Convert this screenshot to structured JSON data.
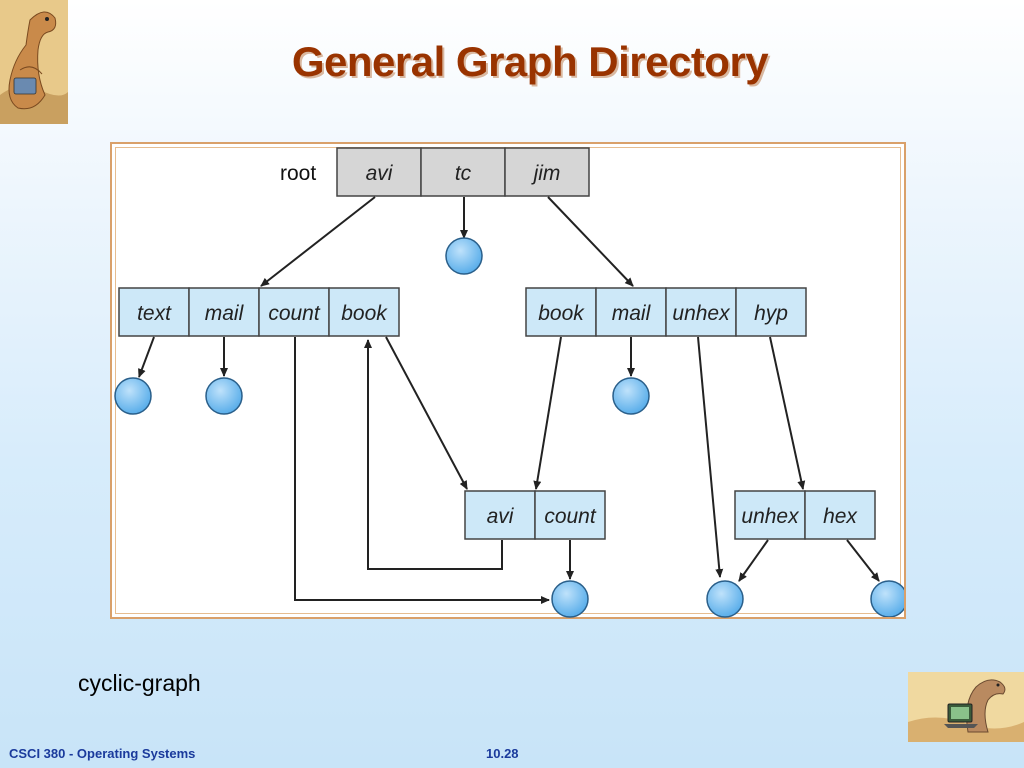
{
  "title": "General Graph Directory",
  "caption": "cyclic-graph",
  "footer": {
    "course": "CSCI 380 - Operating Systems",
    "page": "10.28"
  },
  "diagram": {
    "root_label": "root",
    "root_dir": [
      "avi",
      "tc",
      "jim"
    ],
    "avi_dir": [
      "text",
      "mail",
      "count",
      "book"
    ],
    "jim_dir": [
      "book",
      "mail",
      "unhex",
      "hyp"
    ],
    "shared_dir": [
      "avi",
      "count"
    ],
    "hyp_dir": [
      "unhex",
      "hex"
    ]
  },
  "colors": {
    "title": "#993300",
    "root_cell": "#d6d6d6",
    "dir_cell": "#cde8f8",
    "file_node": "#6fb9ee",
    "footer": "#1a3a9c",
    "frame": "#d9a06a"
  },
  "icons": [
    "dinosaur-logo-icon",
    "dinosaur-laptop-logo-icon"
  ]
}
